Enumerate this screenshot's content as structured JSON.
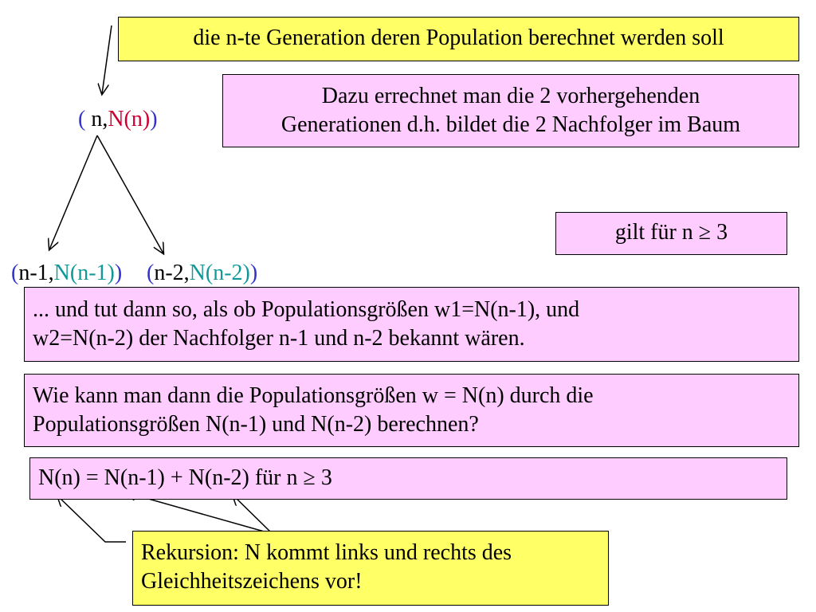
{
  "box_top": "die n-te Generation deren Population berechnet werden soll",
  "box_dazu": [
    "Dazu errechnet man die 2 vorhergehenden",
    "Generationen d.h. bildet die 2 Nachfolger im Baum"
  ],
  "box_gilt": "gilt für n ≥ 3",
  "root": {
    "open": "(",
    "n": " n,",
    "Nn": "N(n)",
    "close": ")"
  },
  "left": {
    "open": "(",
    "n": "n-1,",
    "Nn": "N(n-1)",
    "close": ")"
  },
  "right": {
    "open": "(",
    "n": "n-2,",
    "Nn": "N(n-2)",
    "close": ")"
  },
  "box_und": [
    "... und tut dann so, als ob Populationsgrößen w1=N(n-1), und",
    "w2=N(n-2) der Nachfolger n-1 und n-2 bekannt wären."
  ],
  "box_wie": [
    "Wie kann man dann die Populationsgrößen w = N(n) durch die",
    "Populationsgrößen N(n-1) und N(n-2) berechnen?"
  ],
  "formula": "N(n) = N(n-1) + N(n-2) für n ≥ 3",
  "box_rek": [
    "Rekursion: N kommt links und rechts des",
    "Gleichheitszeichens vor!"
  ],
  "colors": {
    "yellow": "#ffff66",
    "pink": "#ffccff",
    "blue": "#3333cc",
    "red": "#cc0033",
    "teal": "#119999"
  }
}
